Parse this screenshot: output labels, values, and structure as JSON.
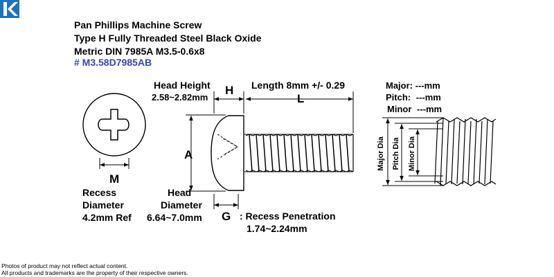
{
  "header": {
    "title_line1": "Pan Phillips Machine Screw",
    "title_line2": "Type H Fully Threaded Steel Black Oxide",
    "title_line3": "Metric DIN 7985A M3.5-0.6x8",
    "part_number": "# M3.58D7985AB"
  },
  "brand": {
    "logo_icon": "k-logo-icon",
    "color": "#1e73be"
  },
  "dimensions": {
    "head_height_label": "Head Height",
    "head_height_value": "2.58~2.82mm",
    "h_letter": "H",
    "length_label": "Length 8mm +/- 0.29",
    "l_letter": "L",
    "a_letter": "A",
    "m_letter": "M",
    "recess_diameter_label_1": "Recess",
    "recess_diameter_label_2": "Diameter",
    "recess_diameter_value": "4.2mm Ref",
    "head_diameter_label_1": "Head",
    "head_diameter_label_2": "Diameter",
    "head_diameter_value": "6.64~7.0mm",
    "g_letter": "G",
    "recess_penetration_label": ": Recess Penetration",
    "recess_penetration_value": "1.74~2.24mm"
  },
  "thread_specs": {
    "major_label": "Major:",
    "major_value": "---mm",
    "pitch_label": "Pitch:",
    "pitch_value": "---mm",
    "minor_label": "Minor",
    "minor_value": "---mm",
    "major_dia_label": "Major Dia",
    "pitch_dia_label": "Pitch Dia",
    "minor_dia_label": "Minor Dia"
  },
  "footer": {
    "line1": "Photos of product may not reflect actual content.",
    "line2": "All products and trademarks are the property of their respective owners."
  }
}
